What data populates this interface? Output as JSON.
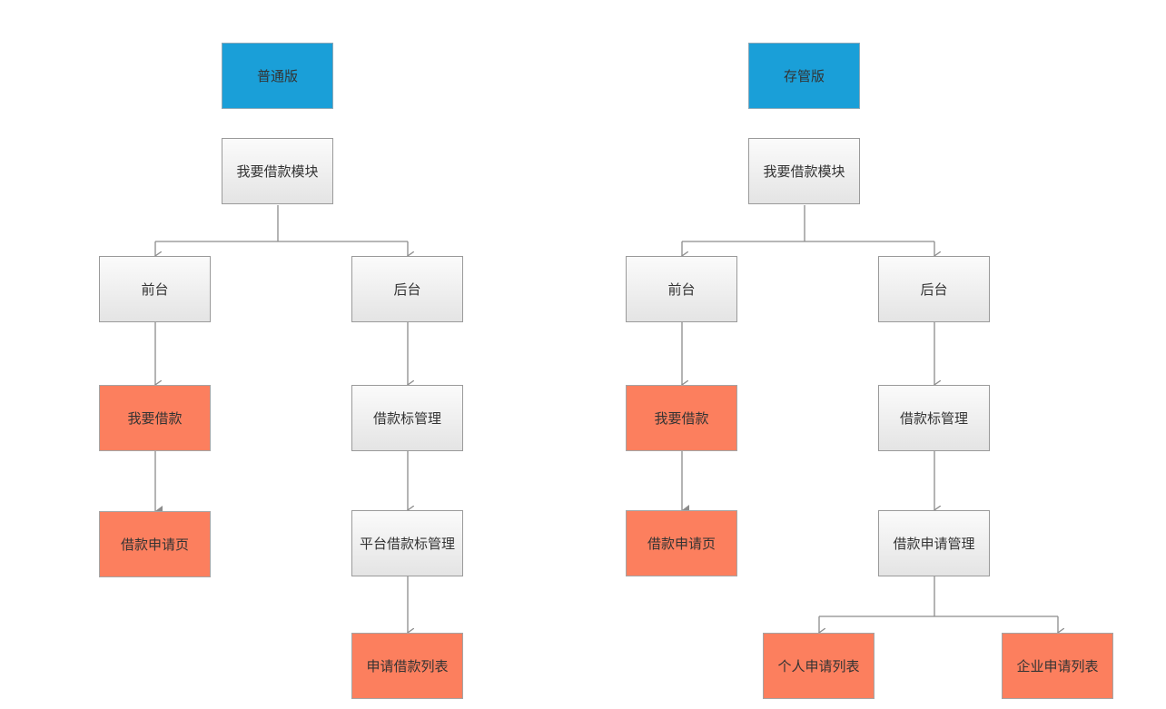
{
  "diagram": {
    "left_tree": {
      "root": "普通版",
      "module": "我要借款模块",
      "frontend": "前台",
      "backend": "后台",
      "frontend_child": "我要借款",
      "frontend_grandchild": "借款申请页",
      "backend_child": "借款标管理",
      "backend_grandchild": "平台借款标管理",
      "backend_leaf": "申请借款列表"
    },
    "right_tree": {
      "root": "存管版",
      "module": "我要借款模块",
      "frontend": "前台",
      "backend": "后台",
      "frontend_child": "我要借款",
      "frontend_grandchild": "借款申请页",
      "backend_child": "借款标管理",
      "backend_grandchild": "借款申请管理",
      "backend_leaf_1": "个人申请列表",
      "backend_leaf_2": "企业申请列表"
    },
    "colors": {
      "root_fill": "#1a9fd8",
      "page_fill": "#fc7f5e",
      "module_fill": "#e4e4e4",
      "connector": "#8c8c8c"
    }
  }
}
